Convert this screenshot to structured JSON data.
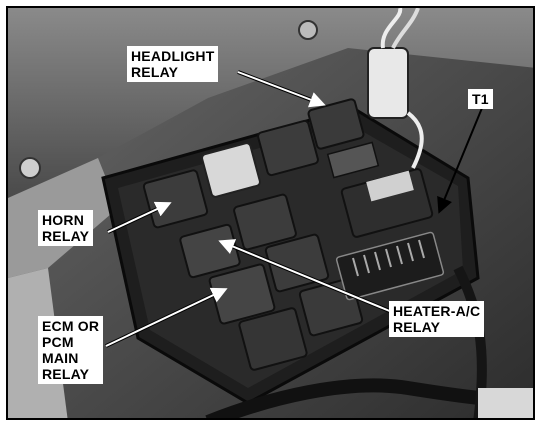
{
  "labels": {
    "headlight_relay": "HEADLIGHT\nRELAY",
    "t1": "T1",
    "horn_relay": "HORN\nRELAY",
    "ecm_pcm_main_relay": "ECM OR\nPCM\nMAIN\nRELAY",
    "heater_ac_relay": "HEATER-A/C\nRELAY"
  },
  "colors": {
    "frame": "#000000",
    "label_bg": "#ffffff",
    "leader": "#ffffff"
  }
}
